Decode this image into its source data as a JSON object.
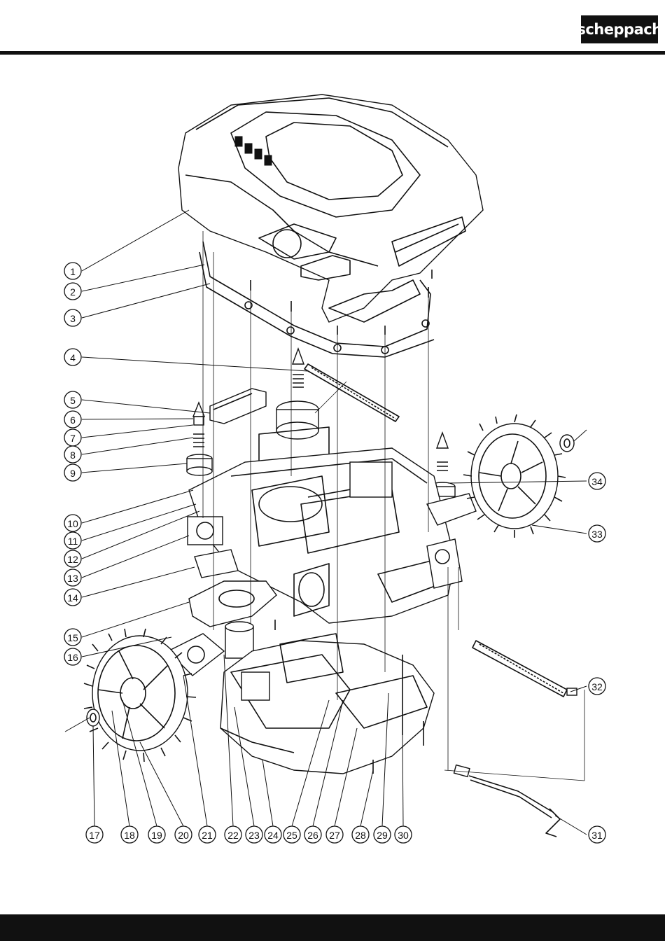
{
  "brand": {
    "logo_text": "scheppach"
  },
  "callouts": [
    {
      "n": "1"
    },
    {
      "n": "2"
    },
    {
      "n": "3"
    },
    {
      "n": "4"
    },
    {
      "n": "5"
    },
    {
      "n": "6"
    },
    {
      "n": "7"
    },
    {
      "n": "8"
    },
    {
      "n": "9"
    },
    {
      "n": "10"
    },
    {
      "n": "11"
    },
    {
      "n": "12"
    },
    {
      "n": "13"
    },
    {
      "n": "14"
    },
    {
      "n": "15"
    },
    {
      "n": "16"
    },
    {
      "n": "17"
    },
    {
      "n": "18"
    },
    {
      "n": "19"
    },
    {
      "n": "20"
    },
    {
      "n": "21"
    },
    {
      "n": "22"
    },
    {
      "n": "23"
    },
    {
      "n": "24"
    },
    {
      "n": "25"
    },
    {
      "n": "26"
    },
    {
      "n": "27"
    },
    {
      "n": "28"
    },
    {
      "n": "29"
    },
    {
      "n": "30"
    },
    {
      "n": "31"
    },
    {
      "n": "32"
    },
    {
      "n": "33"
    },
    {
      "n": "34"
    }
  ]
}
